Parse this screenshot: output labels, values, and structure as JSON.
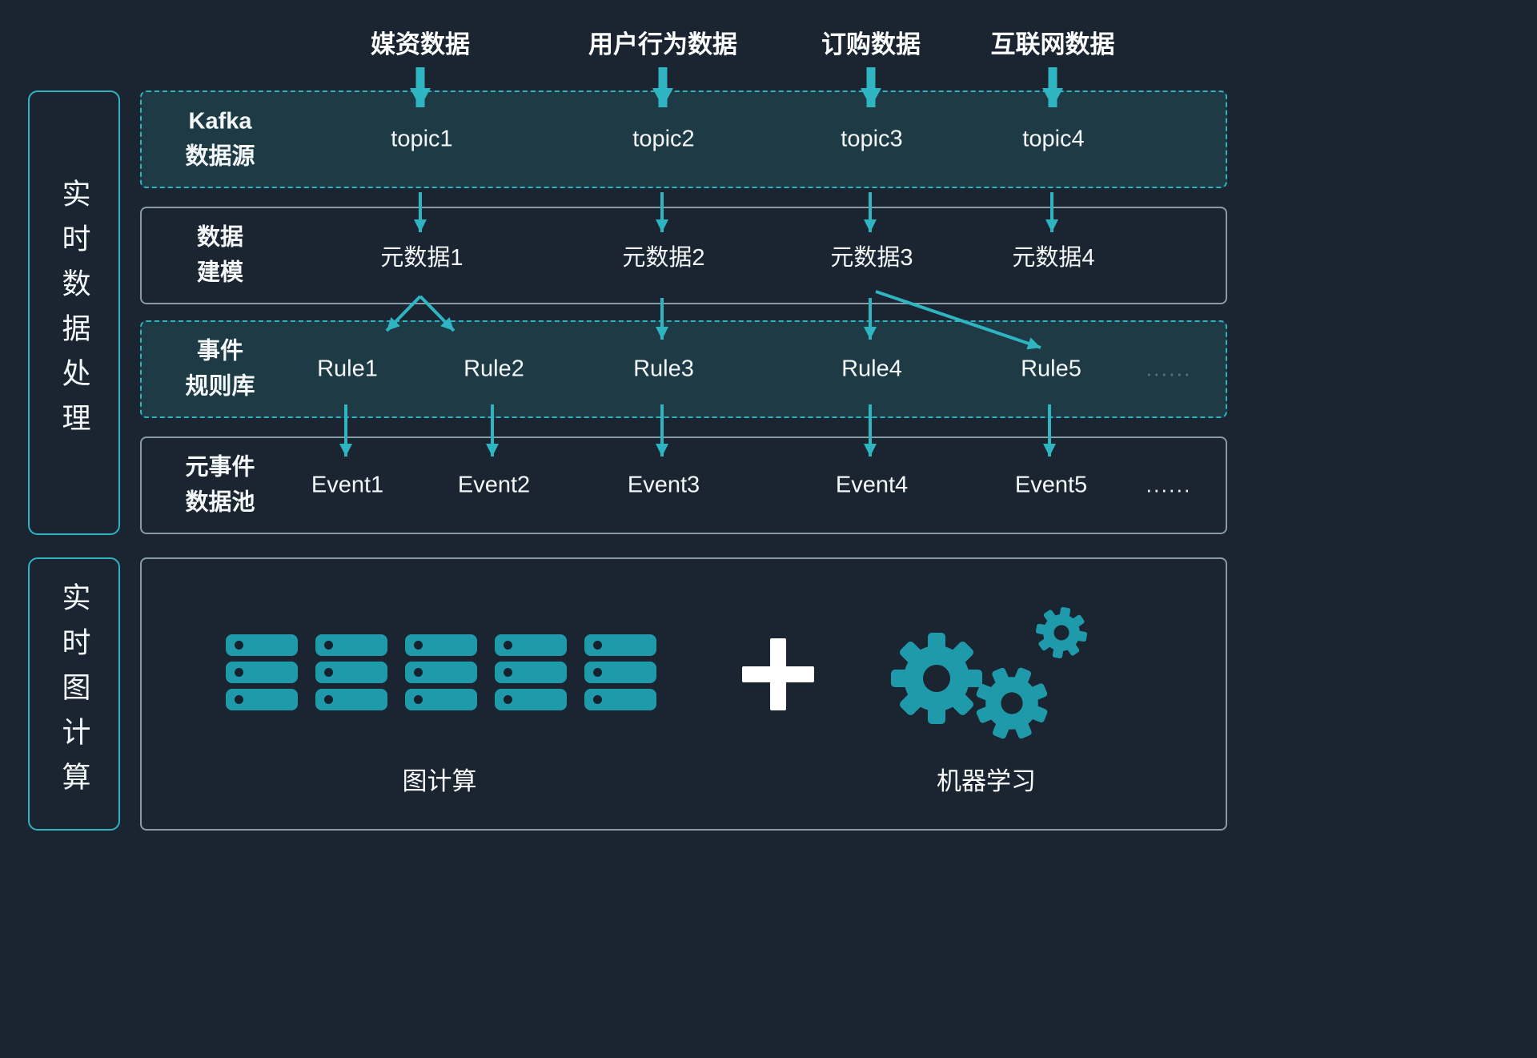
{
  "colors": {
    "background": "#1b2431",
    "accent_teal": "#2fb4c2",
    "row_tint": "#1d3a45",
    "icon_teal": "#1e9aab",
    "border_light": "#acc4cc",
    "text": "#f5f8f9"
  },
  "sources": [
    "媒资数据",
    "用户行为数据",
    "订购数据",
    "互联网数据"
  ],
  "side_panels": {
    "top": "实时数据处理",
    "bottom": "实时图计算"
  },
  "rows": {
    "kafka": {
      "label": [
        "Kafka",
        "数据源"
      ],
      "items": [
        "topic1",
        "topic2",
        "topic3",
        "topic4"
      ]
    },
    "modeling": {
      "label": [
        "数据",
        "建模"
      ],
      "items": [
        "元数据1",
        "元数据2",
        "元数据3",
        "元数据4"
      ]
    },
    "rules": {
      "label": [
        "事件",
        "规则库"
      ],
      "items": [
        "Rule1",
        "Rule2",
        "Rule3",
        "Rule4",
        "Rule5"
      ],
      "ellipsis": "......"
    },
    "events": {
      "label": [
        "元事件",
        "数据池"
      ],
      "items": [
        "Event1",
        "Event2",
        "Event3",
        "Event4",
        "Event5"
      ],
      "ellipsis": "......"
    }
  },
  "bottom": {
    "graph_label": "图计算",
    "ml_label": "机器学习"
  },
  "icons": {
    "servers": "server-rack-icon",
    "plus": "plus-icon",
    "gears": "gears-icon",
    "arrows": "flow-arrow"
  }
}
